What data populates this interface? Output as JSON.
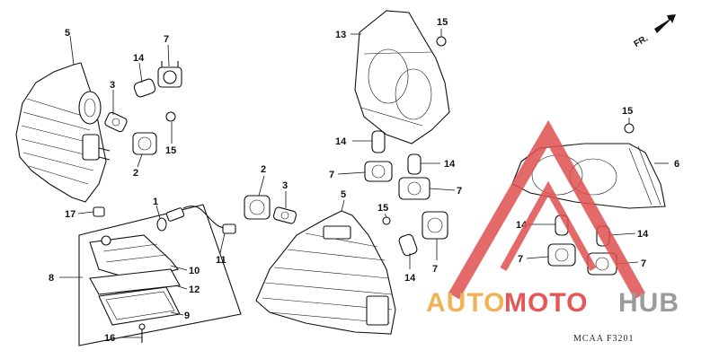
{
  "diagram": {
    "callouts": [
      "1",
      "2",
      "2",
      "3",
      "3",
      "5",
      "6",
      "7",
      "7",
      "7",
      "7",
      "7",
      "8",
      "9",
      "10",
      "11",
      "12",
      "13",
      "14",
      "14",
      "14",
      "14",
      "14",
      "14",
      "15",
      "15",
      "15",
      "15",
      "16",
      "17"
    ],
    "direction_label": "FR.",
    "drawing_code": "MCAA  F3201"
  },
  "watermark": {
    "word_1": "AUTO",
    "word_2": "MOTO",
    "word_3": "HUB",
    "colors": {
      "orange": "#f0a53a",
      "red": "#e03a3a",
      "gray": "#8a8a8a",
      "logo": "#e05050"
    }
  }
}
